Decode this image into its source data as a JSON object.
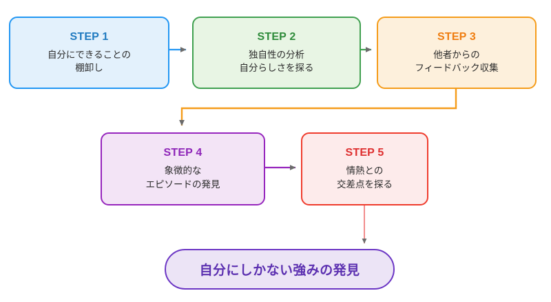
{
  "diagram": {
    "type": "flowchart",
    "title_text": "",
    "background_color": "#ffffff",
    "nodes": [
      {
        "id": "step1",
        "title": "STEP 1",
        "body": "自分にできることの\n棚卸し",
        "fill": "#e3f1fc",
        "border": "#2196f3",
        "title_color": "#1f7ac0"
      },
      {
        "id": "step2",
        "title": "STEP 2",
        "body": "独自性の分析\n自分らしさを探る",
        "fill": "#e8f5e4",
        "border": "#40a050",
        "title_color": "#2e8b3a"
      },
      {
        "id": "step3",
        "title": "STEP 3",
        "body": "他者からの\nフィードバック収集",
        "fill": "#fdf0dc",
        "border": "#f59c1a",
        "title_color": "#ef7d10"
      },
      {
        "id": "step4",
        "title": "STEP 4",
        "body": "象徴的な\nエピソードの発見",
        "fill": "#f3e4f6",
        "border": "#9626bd",
        "title_color": "#8e25b8"
      },
      {
        "id": "step5",
        "title": "STEP 5",
        "body": "情熱との\n交差点を探る",
        "fill": "#fdebeb",
        "border": "#ef3b2c",
        "title_color": "#de2f2f"
      }
    ],
    "final_node": {
      "id": "final",
      "label": "自分にしかない強みの発見",
      "fill": "#ece4f6",
      "border": "#6b35c4",
      "text_color": "#5b2fb0"
    },
    "connectors": [
      {
        "id": "c1",
        "from": "step1",
        "to": "step2",
        "color": "#2196f3",
        "arrowhead_color": "#666666",
        "shape": "straight-horizontal"
      },
      {
        "id": "c2",
        "from": "step2",
        "to": "step3",
        "color": "#40a050",
        "arrowhead_color": "#666666",
        "shape": "straight-horizontal"
      },
      {
        "id": "c3",
        "from": "step3",
        "to": "step4",
        "color": "#f59c1a",
        "arrowhead_color": "#666666",
        "shape": "elbow-down-left-down"
      },
      {
        "id": "c4",
        "from": "step4",
        "to": "step5",
        "color": "#9626bd",
        "arrowhead_color": "#666666",
        "shape": "straight-horizontal"
      },
      {
        "id": "c5",
        "from": "step5",
        "to": "final",
        "color": "#f08080",
        "arrowhead_color": "#666666",
        "shape": "straight-vertical"
      }
    ]
  }
}
